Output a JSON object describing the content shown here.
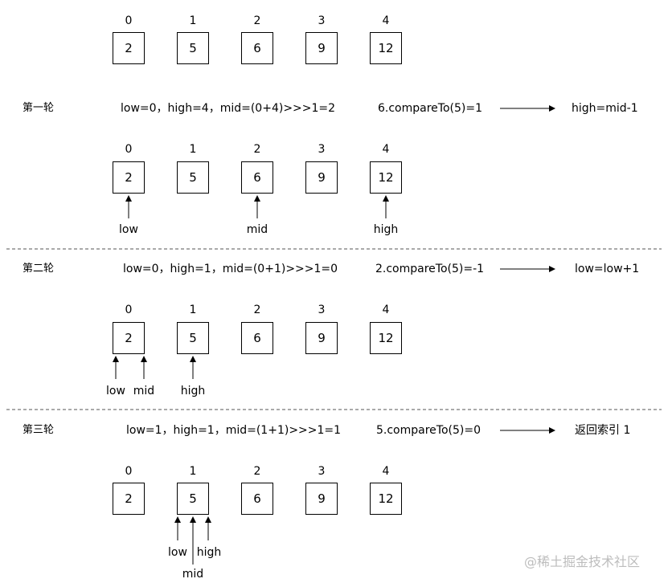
{
  "indices": [
    "0",
    "1",
    "2",
    "3",
    "4"
  ],
  "values": [
    "2",
    "5",
    "6",
    "9",
    "12"
  ],
  "top_array": {},
  "rounds": [
    {
      "label": "第一轮",
      "range": "low=0，high=4，mid=(0+4)>>>1=2",
      "compare": "6.compareTo(5)=1",
      "result": "high=mid-1",
      "pointers": {
        "low": "low",
        "mid": "mid",
        "high": "high"
      }
    },
    {
      "label": "第二轮",
      "range": "low=0，high=1，mid=(0+1)>>>1=0",
      "compare": "2.compareTo(5)=-1",
      "result": "low=low+1",
      "pointers": {
        "low": "low",
        "mid": "mid",
        "high": "high"
      }
    },
    {
      "label": "第三轮",
      "range": "low=1，high=1，mid=(1+1)>>>1=1",
      "compare": "5.compareTo(5)=0",
      "result": "返回索引 1",
      "pointers": {
        "low": "low",
        "mid": "mid",
        "high": "high"
      }
    }
  ],
  "watermark": "@稀土掘金技术社区",
  "colors": {
    "line": "#000000",
    "divider": "#555555",
    "watermark": "#bdbdbd"
  }
}
